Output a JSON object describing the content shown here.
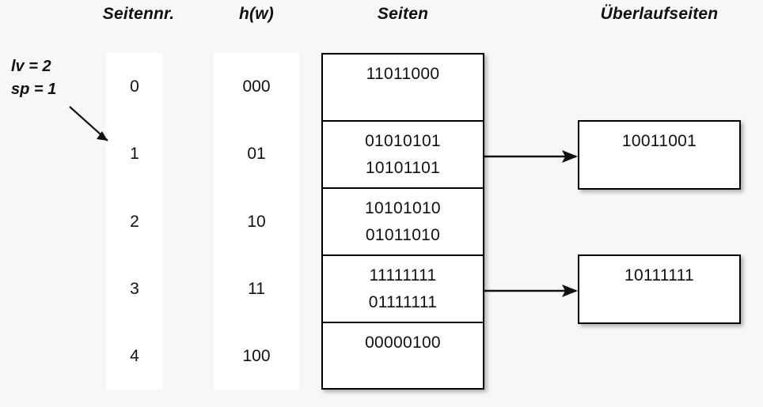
{
  "headers": {
    "seitennr": "Seitennr.",
    "hw": "h(w)",
    "seiten": "Seiten",
    "ueberlaufseiten": "Überlaufseiten"
  },
  "params": {
    "lv": "lv = 2",
    "sp": "sp = 1"
  },
  "pointer": {
    "description": "arrow from sp label to page 1 row",
    "target_row": 1
  },
  "colors": {
    "background": "#f7f7f7",
    "panel": "#ffffff",
    "stroke": "#000000",
    "text": "#111111"
  },
  "rows": [
    {
      "seitennr": "0",
      "hw": "000",
      "entries": [
        "11011000"
      ],
      "overflow": null
    },
    {
      "seitennr": "1",
      "hw": "01",
      "entries": [
        "01010101",
        "10101101"
      ],
      "overflow": "10011001"
    },
    {
      "seitennr": "2",
      "hw": "10",
      "entries": [
        "10101010",
        "01011010"
      ],
      "overflow": null
    },
    {
      "seitennr": "3",
      "hw": "11",
      "entries": [
        "11111111",
        "01111111"
      ],
      "overflow": "10111111"
    },
    {
      "seitennr": "4",
      "hw": "100",
      "entries": [
        "00000100"
      ],
      "overflow": null
    }
  ],
  "overflow_pages": [
    {
      "value": "10011001",
      "from_row": 1
    },
    {
      "value": "10111111",
      "from_row": 3
    }
  ]
}
